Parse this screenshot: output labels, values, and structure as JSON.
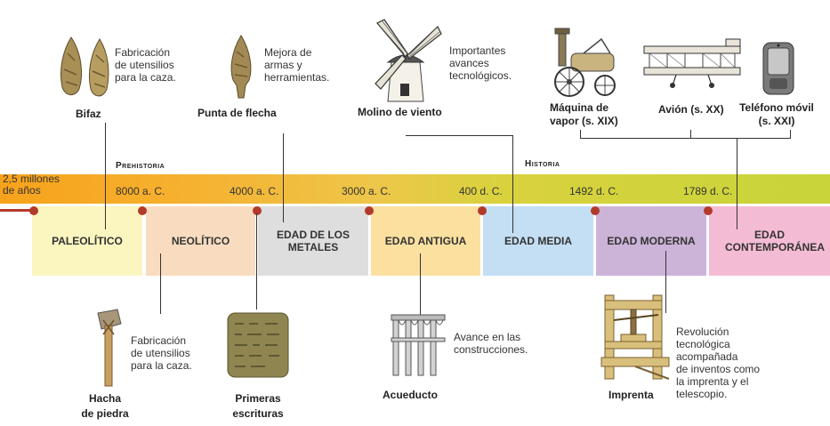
{
  "timeline": {
    "periods": {
      "prehistoria": "Prehistoria",
      "historia": "Historia"
    },
    "dates": [
      "2,5 millones\nde años",
      "8000 a. C.",
      "4000 a. C.",
      "3000 a. C.",
      "400 d. C.",
      "1492 d. C.",
      "1789 d. C."
    ],
    "eras": [
      "PALEOLÍTICO",
      "NEOLÍTICO",
      "EDAD DE LOS METALES",
      "EDAD ANTIGUA",
      "EDAD MEDIA",
      "EDAD MODERNA",
      "EDAD CONTEMPORÁNEA"
    ]
  },
  "top": {
    "bifaz": {
      "caption": "Bifaz",
      "text": "Fabricación\nde utensilios\npara la caza."
    },
    "flecha": {
      "caption": "Punta de flecha",
      "text": "Mejora de\narmas y\nherramientas."
    },
    "molino": {
      "caption": "Molino de viento",
      "text": "Importantes\navances\ntecnológicos."
    },
    "maquina": {
      "caption": "Máquina de\nvapor (s. XIX)"
    },
    "avion": {
      "caption": "Avión (s. XX)"
    },
    "telefono": {
      "caption": "Teléfono móvil\n(s. XXI)"
    }
  },
  "bottom": {
    "hacha": {
      "caption": "Hacha\nde piedra",
      "text": "Fabricación\nde utensilios\npara la caza."
    },
    "escrituras": {
      "caption": "Primeras\nescrituras"
    },
    "acueducto": {
      "caption": "Acueducto",
      "text": "Avance en las\nconstrucciones."
    },
    "imprenta": {
      "caption": "Imprenta",
      "text": "Revolución\ntecnológica\nacompañada\nde inventos como\nla imprenta y el\ntelescopio."
    }
  },
  "colors": {
    "band_left": "#f5a623",
    "band_right": "#c8d43a",
    "line": "#b23a2a",
    "paleolitico": "#fbf5c0",
    "neolitico": "#f9dcc0",
    "metales": "#dedede",
    "antigua": "#fbe0a0",
    "media": "#c4def3",
    "moderna": "#ccb4d8",
    "contemporanea": "#f4bcd4"
  }
}
